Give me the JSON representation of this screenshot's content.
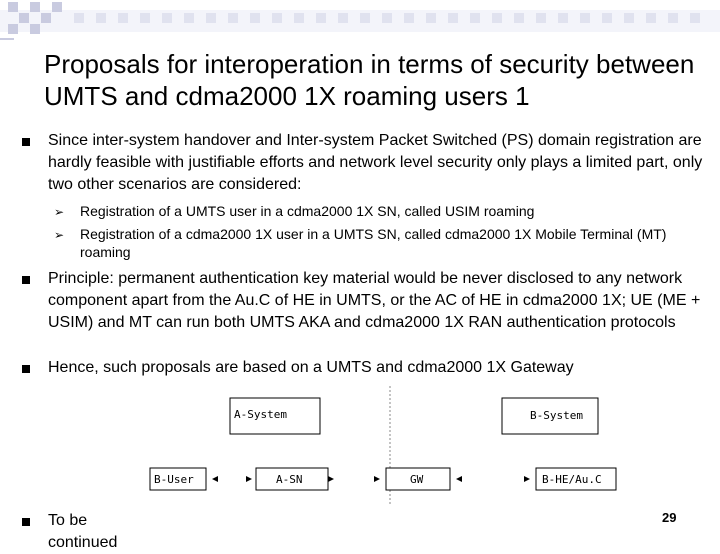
{
  "slide": {
    "title": "Proposals for interoperation in terms of security between UMTS and cdma2000 1X roaming users 1",
    "bullets": [
      "Since inter-system handover and Inter-system Packet Switched (PS) domain registration are hardly feasible with justifiable efforts and network level security only plays a limited part, only two other scenarios are considered:",
      "Principle: permanent authentication key material would be never disclosed to any network component apart from the Au.C of HE in UMTS, or the AC of HE in cdma2000 1X; UE (ME + USIM) and MT can run both UMTS AKA and cdma2000 1X RAN authentication protocols",
      "Hence, such proposals are based on a UMTS and cdma2000 1X Gateway"
    ],
    "subbullets": [
      "Registration of a UMTS user in a cdma2000 1X SN, called USIM roaming",
      "Registration of a cdma2000 1X user in a UMTS SN, called cdma2000 1X Mobile Terminal (MT) roaming"
    ],
    "last_bullet": "To be continued",
    "page_number": "29"
  },
  "diagram": {
    "boxes": [
      "A-System",
      "B-System",
      "B-User",
      "A-SN",
      "GW",
      "B-HE/Au.C"
    ]
  }
}
